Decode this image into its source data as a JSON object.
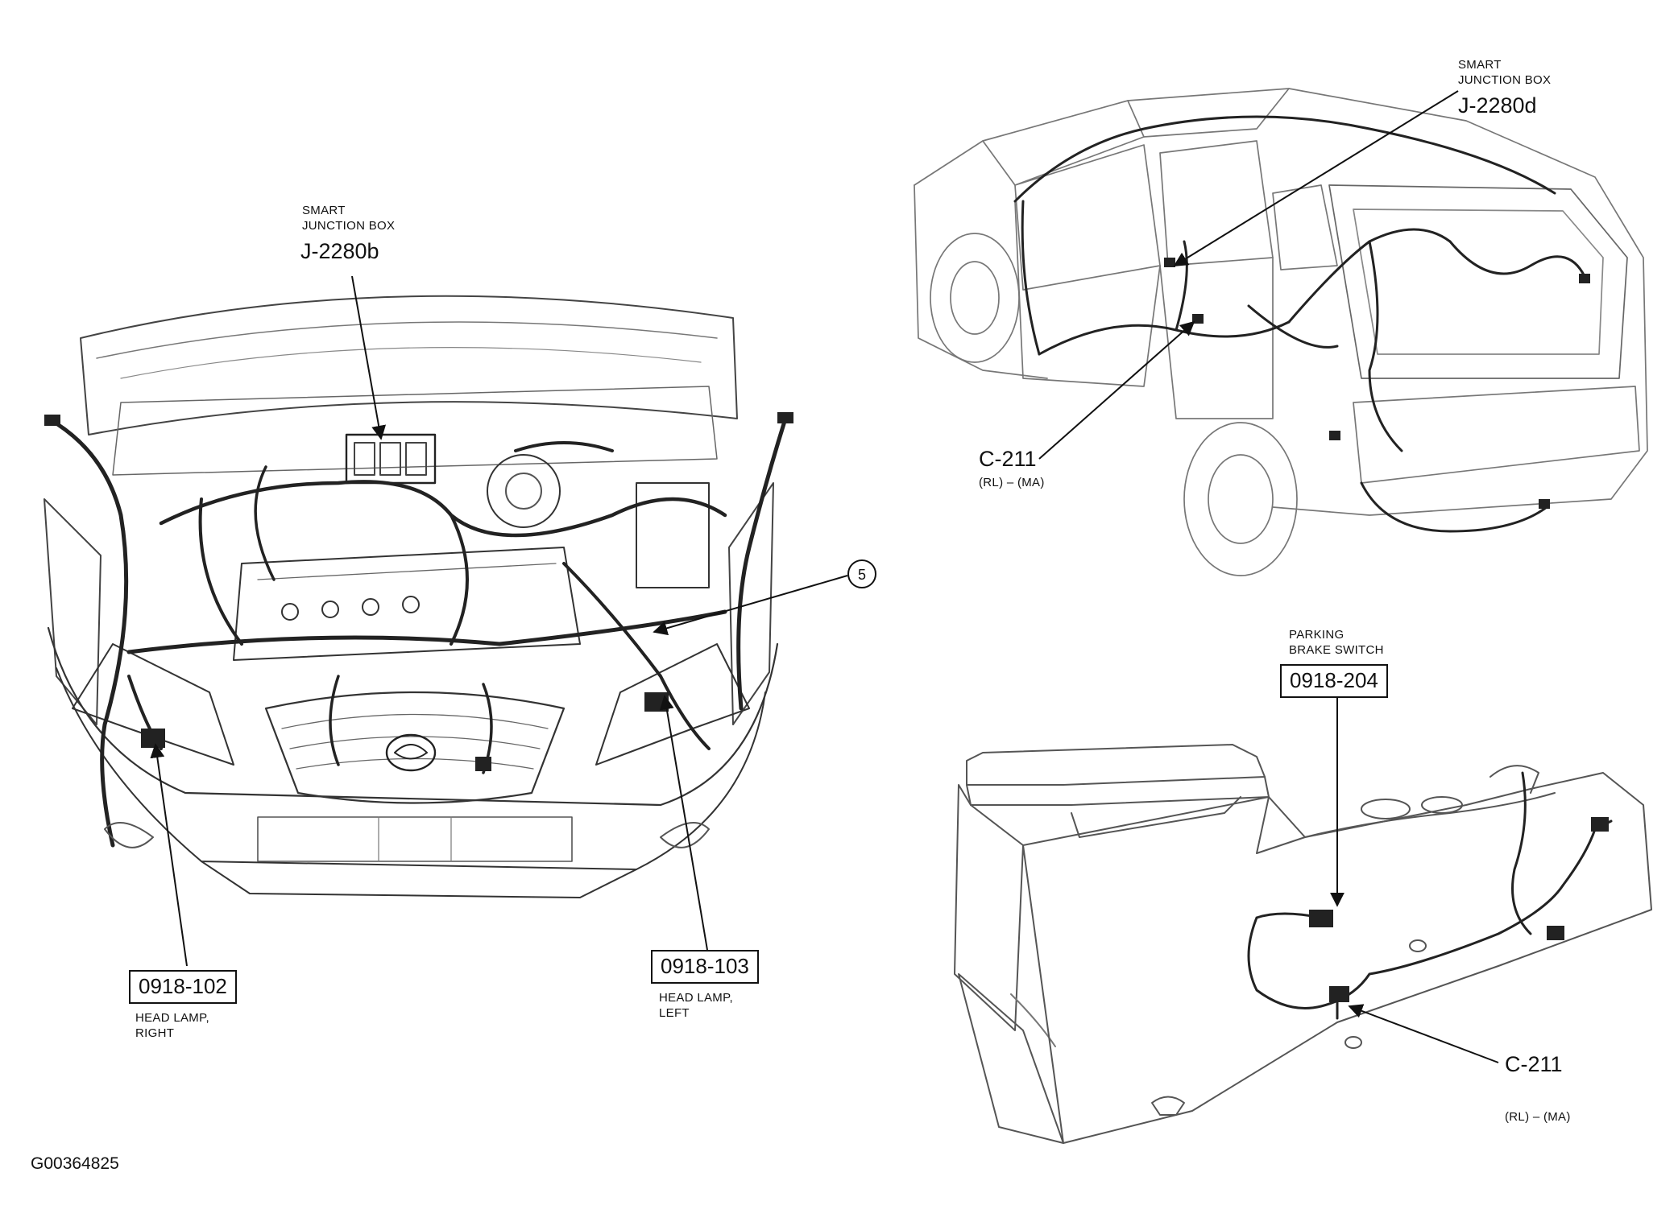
{
  "figure_id": "G00364825",
  "callouts": {
    "sjb_front": {
      "line1": "SMART",
      "line2": "JUNCTION BOX",
      "code": "J-2280b"
    },
    "sjb_rear": {
      "line1": "SMART",
      "line2": "JUNCTION BOX",
      "code": "J-2280d"
    },
    "c211_vehicle": {
      "code": "C-211",
      "note": "(RL) – (MA)"
    },
    "c211_console": {
      "code": "C-211",
      "note": "(RL) – (MA)"
    },
    "parking_brake": {
      "line1": "PARKING",
      "line2": "BRAKE SWITCH",
      "code": "0918-204"
    },
    "headlamp_right": {
      "code": "0918-102",
      "line1": "HEAD LAMP,",
      "line2": "RIGHT"
    },
    "headlamp_left": {
      "code": "0918-103",
      "line1": "HEAD LAMP,",
      "line2": "LEFT"
    },
    "item_5": {
      "number": "5"
    }
  },
  "colors": {
    "ink": "#111111",
    "sketch": "#555555",
    "paper": "#ffffff"
  }
}
